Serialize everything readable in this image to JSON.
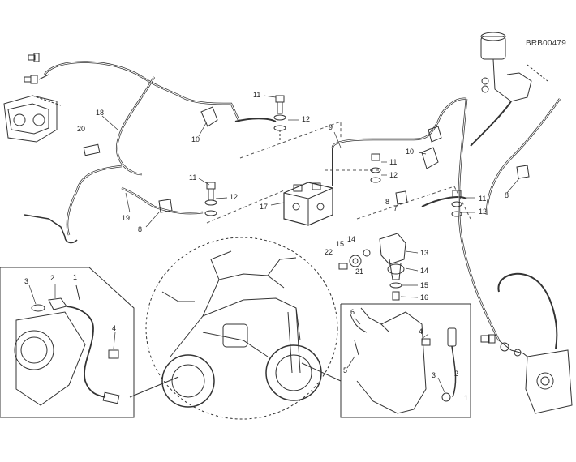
{
  "drawing_code": "BRB00479",
  "part_numbers": [
    {
      "id": "p18",
      "text": "18"
    },
    {
      "id": "p20",
      "text": "20"
    },
    {
      "id": "p10a",
      "text": "10"
    },
    {
      "id": "p11a",
      "text": "11"
    },
    {
      "id": "p12a",
      "text": "12"
    },
    {
      "id": "p9",
      "text": "9"
    },
    {
      "id": "p10b",
      "text": "10"
    },
    {
      "id": "p11b",
      "text": "11"
    },
    {
      "id": "p12b",
      "text": "12"
    },
    {
      "id": "p8a",
      "text": "8"
    },
    {
      "id": "p7",
      "text": "7"
    },
    {
      "id": "p11c",
      "text": "11"
    },
    {
      "id": "p12c",
      "text": "12"
    },
    {
      "id": "p8b",
      "text": "8"
    },
    {
      "id": "p11d",
      "text": "11"
    },
    {
      "id": "p12d",
      "text": "12"
    },
    {
      "id": "p19",
      "text": "19"
    },
    {
      "id": "p8c",
      "text": "8"
    },
    {
      "id": "p17",
      "text": "17"
    },
    {
      "id": "p14a",
      "text": "14"
    },
    {
      "id": "p15a",
      "text": "15"
    },
    {
      "id": "p22",
      "text": "22"
    },
    {
      "id": "p21",
      "text": "21"
    },
    {
      "id": "p13",
      "text": "13"
    },
    {
      "id": "p14b",
      "text": "14"
    },
    {
      "id": "p15b",
      "text": "15"
    },
    {
      "id": "p16",
      "text": "16"
    },
    {
      "id": "p3a",
      "text": "3"
    },
    {
      "id": "p2a",
      "text": "2"
    },
    {
      "id": "p1a",
      "text": "1"
    },
    {
      "id": "p4a",
      "text": "4"
    },
    {
      "id": "p6",
      "text": "6"
    },
    {
      "id": "p5",
      "text": "5"
    },
    {
      "id": "p4b",
      "text": "4"
    },
    {
      "id": "p3b",
      "text": "3"
    },
    {
      "id": "p2b",
      "text": "2"
    },
    {
      "id": "p1b",
      "text": "1"
    }
  ]
}
